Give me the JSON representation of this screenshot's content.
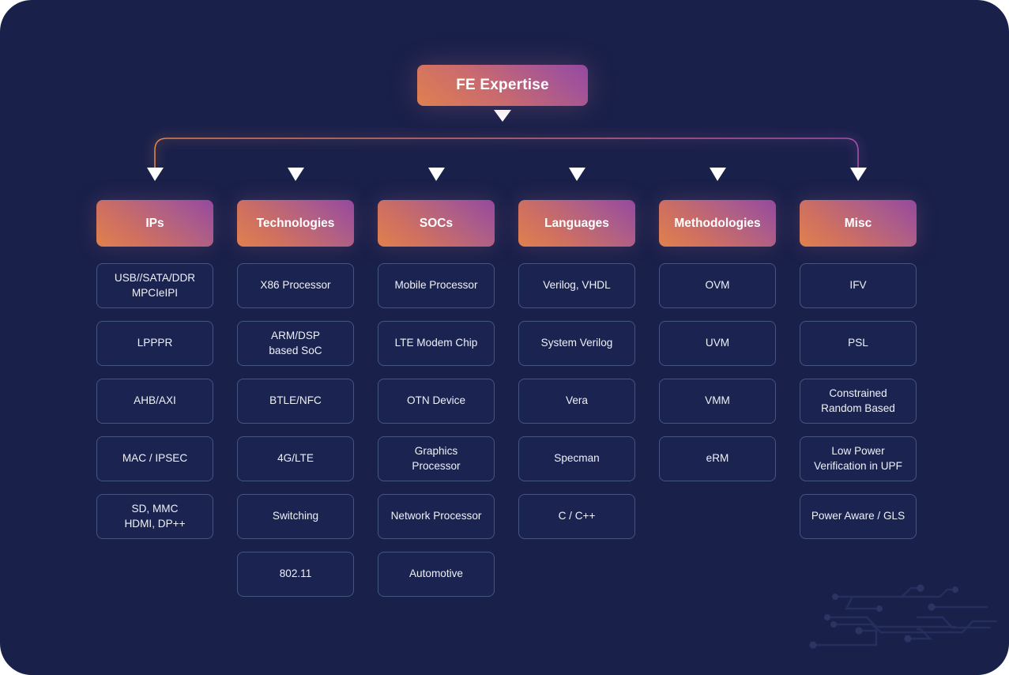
{
  "theme": {
    "background": "#19204a",
    "card_background": "#1b2450",
    "card_border": "#44557f",
    "text": "#eef1f8",
    "gradient_start": "#e0814e",
    "gradient_end": "#95499e",
    "arrow_color": "#ffffff",
    "circuit_color": "#2c3765"
  },
  "root": {
    "label": "FE Expertise"
  },
  "columns": [
    {
      "header": "IPs",
      "items": [
        "USB//SATA/DDR\nMPCIeIPI",
        "LPPPR",
        "AHB/AXI",
        "MAC / IPSEC",
        "SD, MMC\nHDMI, DP++"
      ]
    },
    {
      "header": "Technologies",
      "items": [
        "X86 Processor",
        "ARM/DSP\nbased SoC",
        "BTLE/NFC",
        "4G/LTE",
        "Switching",
        "802.11"
      ]
    },
    {
      "header": "SOCs",
      "items": [
        "Mobile Processor",
        "LTE Modem Chip",
        "OTN Device",
        "Graphics\nProcessor",
        "Network Processor",
        "Automotive"
      ]
    },
    {
      "header": "Languages",
      "items": [
        "Verilog, VHDL",
        "System Verilog",
        "Vera",
        "Specman",
        "C / C++"
      ]
    },
    {
      "header": "Methodologies",
      "items": [
        "OVM",
        "UVM",
        "VMM",
        "eRM"
      ]
    },
    {
      "header": "Misc",
      "items": [
        "IFV",
        "PSL",
        "Constrained\nRandom Based",
        "Low Power\nVerification in UPF",
        "Power Aware / GLS"
      ]
    }
  ]
}
